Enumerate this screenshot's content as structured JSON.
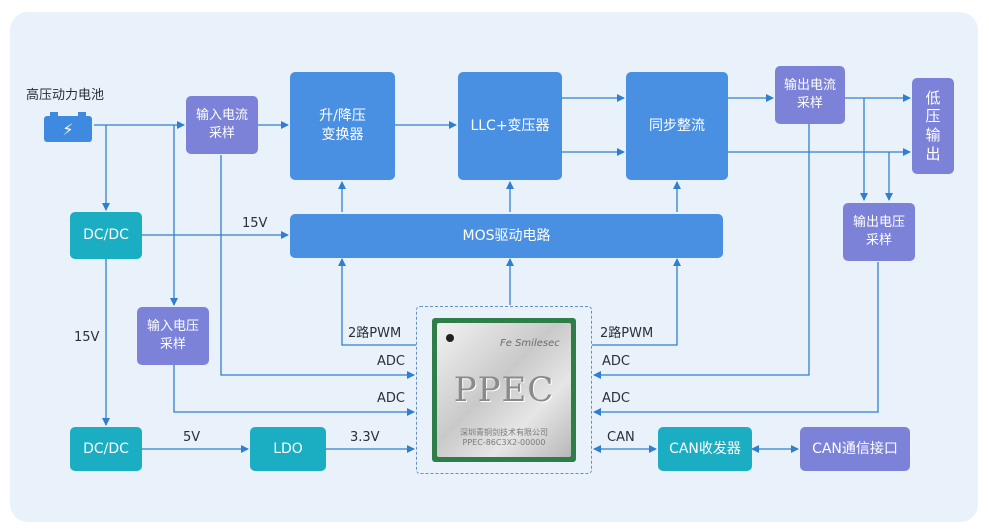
{
  "battery": {
    "label": "高压动力电池"
  },
  "blocks": {
    "input_current": "输入电流\n采样",
    "buck_boost": "升/降压\n变换器",
    "llc": "LLC+变压器",
    "sync_rect": "同步整流",
    "output_current": "输出电流\n采样",
    "low_voltage_out": [
      "低",
      "压",
      "输",
      "出"
    ],
    "dcdc_top": "DC/DC",
    "mos_driver": "MOS驱动电路",
    "output_voltage": "输出电压\n采样",
    "input_voltage": "输入电压\n采样",
    "dcdc_bottom": "DC/DC",
    "ldo": "LDO",
    "can_transceiver": "CAN收发器",
    "can_port": "CAN通信接口"
  },
  "chip": {
    "name": "PPEC",
    "brand": "Fe Smilesec",
    "sub_line1": "深圳青铜剑技术有限公司",
    "sub_line2": "PPEC-86C3X2-00000"
  },
  "labels": {
    "v15_h": "15V",
    "v15_v": "15V",
    "pwm_left": "2路PWM",
    "pwm_right": "2路PWM",
    "adc_left_1": "ADC",
    "adc_left_2": "ADC",
    "adc_right_1": "ADC",
    "adc_right_2": "ADC",
    "v5": "5V",
    "v33": "3.3V",
    "can": "CAN"
  },
  "colors": {
    "background": "#e9f2fb",
    "main_block": "#4a90e2",
    "sampling_block": "#7b82d8",
    "power_block": "#1baec2",
    "wire": "#2f7fd0"
  }
}
